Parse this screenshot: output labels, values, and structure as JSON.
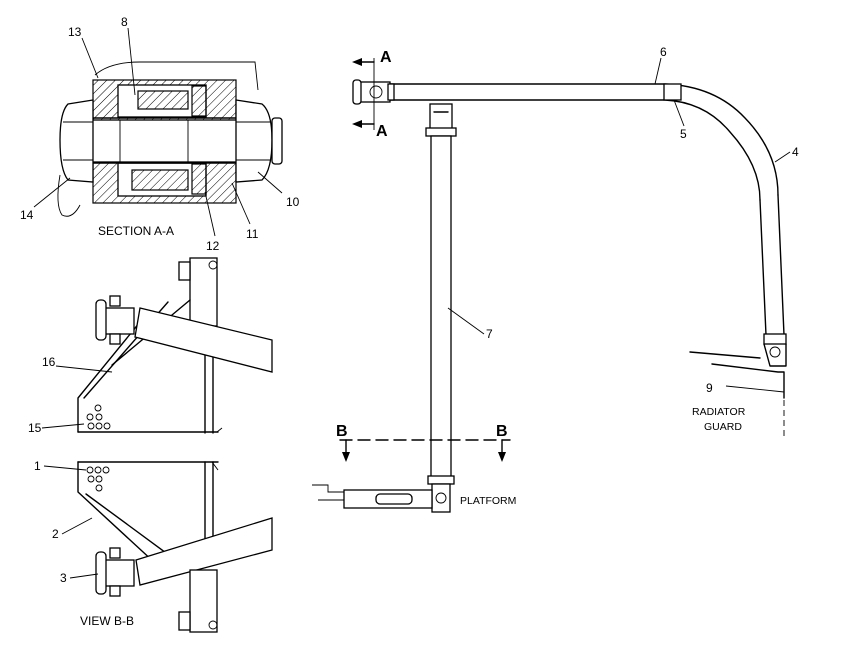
{
  "labels": {
    "section_title": "SECTION A-A",
    "view_title": "VIEW B-B",
    "platform": "PLATFORM",
    "radiator_line1": "RADIATOR",
    "radiator_line2": "GUARD",
    "cut_a_top": "A",
    "cut_a_bottom": "A",
    "cut_b_left": "B",
    "cut_b_right": "B"
  },
  "callouts": {
    "c1": "1",
    "c2": "2",
    "c3": "3",
    "c4": "4",
    "c5": "5",
    "c6": "6",
    "c7": "7",
    "c8": "8",
    "c9": "9",
    "c10": "10",
    "c11": "11",
    "c12": "12",
    "c13": "13",
    "c14": "14",
    "c15": "15",
    "c16": "16"
  }
}
